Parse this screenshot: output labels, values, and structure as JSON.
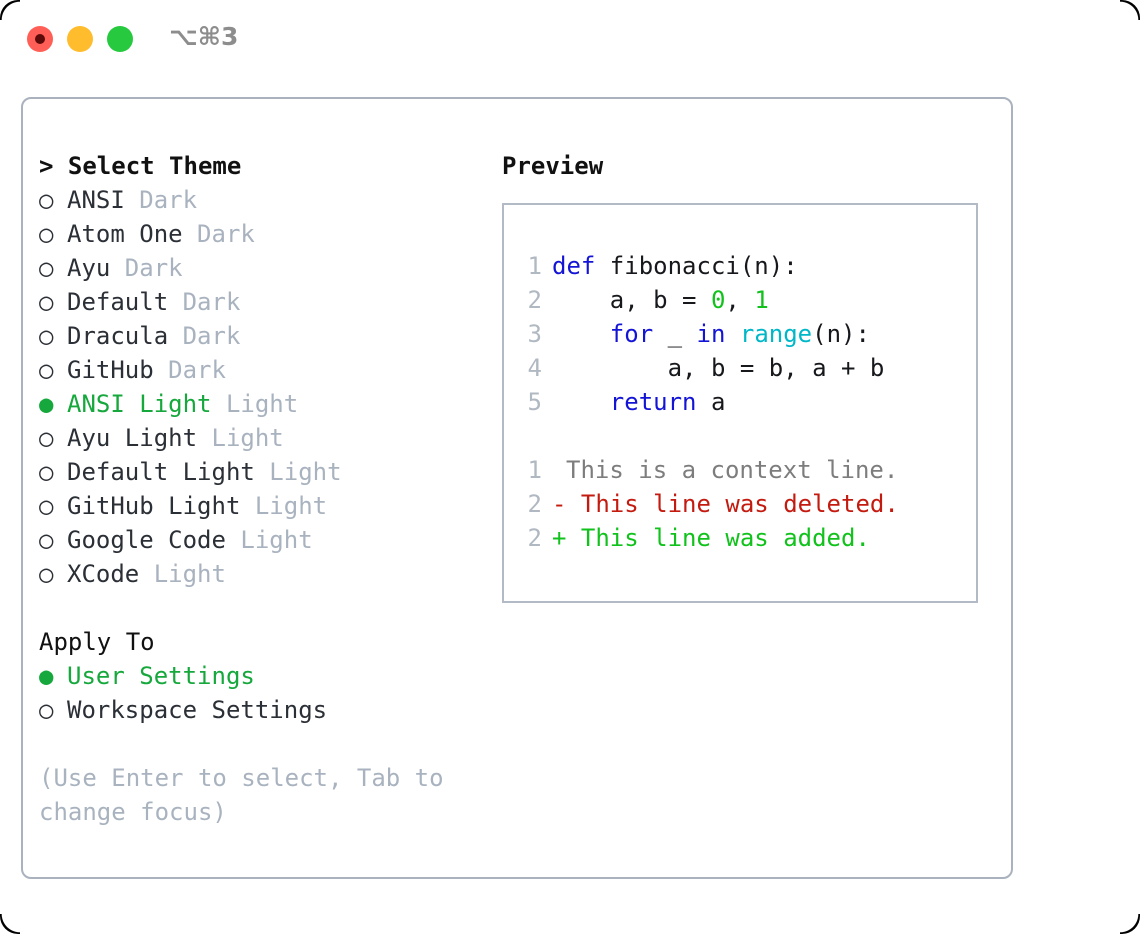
{
  "titlebar": {
    "shortcut": "⌥⌘3",
    "buttons": [
      {
        "name": "close",
        "color": "#ff5f56"
      },
      {
        "name": "minimize",
        "color": "#ffbd2e"
      },
      {
        "name": "maximize",
        "color": "#27c93f"
      }
    ]
  },
  "theme_list": {
    "header": "> Select Theme",
    "items": [
      {
        "glyph": "○",
        "name": "ANSI",
        "suffix": "Dark",
        "selected": false
      },
      {
        "glyph": "○",
        "name": "Atom One",
        "suffix": "Dark",
        "selected": false
      },
      {
        "glyph": "○",
        "name": "Ayu",
        "suffix": "Dark",
        "selected": false
      },
      {
        "glyph": "○",
        "name": "Default",
        "suffix": "Dark",
        "selected": false
      },
      {
        "glyph": "○",
        "name": "Dracula",
        "suffix": "Dark",
        "selected": false
      },
      {
        "glyph": "○",
        "name": "GitHub",
        "suffix": "Dark",
        "selected": false
      },
      {
        "glyph": "●",
        "name": "ANSI Light",
        "suffix": "Light",
        "selected": true
      },
      {
        "glyph": "○",
        "name": "Ayu Light",
        "suffix": "Light",
        "selected": false
      },
      {
        "glyph": "○",
        "name": "Default Light",
        "suffix": "Light",
        "selected": false
      },
      {
        "glyph": "○",
        "name": "GitHub Light",
        "suffix": "Light",
        "selected": false
      },
      {
        "glyph": "○",
        "name": "Google Code",
        "suffix": "Light",
        "selected": false
      },
      {
        "glyph": "○",
        "name": "XCode",
        "suffix": "Light",
        "selected": false
      }
    ]
  },
  "apply_to": {
    "header": "Apply To",
    "items": [
      {
        "glyph": "●",
        "name": "User Settings",
        "selected": true
      },
      {
        "glyph": "○",
        "name": "Workspace Settings",
        "selected": false
      }
    ]
  },
  "hint": "(Use Enter to select, Tab to change focus)",
  "preview": {
    "title": "Preview",
    "code_lines": [
      {
        "n": "1",
        "tokens": [
          {
            "t": "def",
            "c": "kw"
          },
          {
            "t": " fibonacci(n):",
            "c": "pl"
          }
        ]
      },
      {
        "n": "2",
        "tokens": [
          {
            "t": "    a, b = ",
            "c": "pl"
          },
          {
            "t": "0",
            "c": "num"
          },
          {
            "t": ", ",
            "c": "pl"
          },
          {
            "t": "1",
            "c": "num"
          }
        ]
      },
      {
        "n": "3",
        "tokens": [
          {
            "t": "    ",
            "c": "pl"
          },
          {
            "t": "for",
            "c": "kw"
          },
          {
            "t": " _ ",
            "c": "pl"
          },
          {
            "t": "in",
            "c": "kw"
          },
          {
            "t": " ",
            "c": "pl"
          },
          {
            "t": "range",
            "c": "fn"
          },
          {
            "t": "(n):",
            "c": "pl"
          }
        ]
      },
      {
        "n": "4",
        "tokens": [
          {
            "t": "        a, b = b, a + b",
            "c": "pl"
          }
        ]
      },
      {
        "n": "5",
        "tokens": [
          {
            "t": "    ",
            "c": "pl"
          },
          {
            "t": "return",
            "c": "kw"
          },
          {
            "t": " a",
            "c": "pl"
          }
        ]
      },
      {
        "n": "",
        "tokens": []
      },
      {
        "n": "1",
        "tokens": [
          {
            "t": "  ",
            "c": "mark"
          },
          {
            "t": "This is a context line.",
            "c": "ctx"
          }
        ]
      },
      {
        "n": "2",
        "tokens": [
          {
            "t": "- ",
            "c": "del"
          },
          {
            "t": "This line was deleted.",
            "c": "del"
          }
        ]
      },
      {
        "n": "2",
        "tokens": [
          {
            "t": "+ ",
            "c": "add"
          },
          {
            "t": "This line was added.",
            "c": "add"
          }
        ]
      }
    ]
  },
  "colors": {
    "accent_green": "#16a83c",
    "keyword_blue": "#1414d6",
    "number_green": "#12c21c",
    "function_cyan": "#00b7c8",
    "diff_delete_red": "#c41b10",
    "diff_add_green": "#12c21c",
    "muted_gray": "#a9b3bf",
    "border_gray": "#a9b2be"
  }
}
